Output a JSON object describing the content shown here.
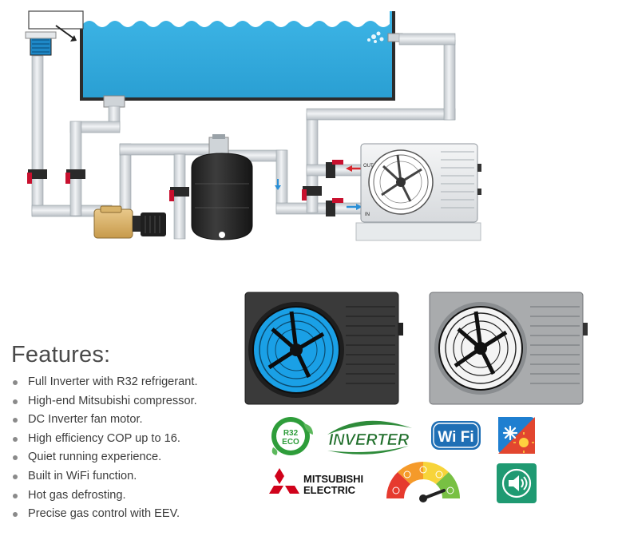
{
  "diagram": {
    "labels": {
      "out": "OUT",
      "in": "IN"
    }
  },
  "features": {
    "title": "Features:",
    "items": [
      "Full Inverter with R32 refrigerant.",
      "High-end Mitsubishi compressor.",
      "DC Inverter fan motor.",
      "High efficiency COP up to 16.",
      "Quiet running experience.",
      "Built in WiFi function.",
      "Hot gas defrosting.",
      "Precise gas control with EEV."
    ]
  },
  "badges": {
    "r32": {
      "line1": "R32",
      "line2": "ECO"
    },
    "inverter": "INVERTER",
    "wifi": "Wi Fi",
    "mitsubishi": {
      "line1": "MITSUBISHI",
      "line2": "ELECTRIC"
    }
  },
  "colors": {
    "pool_water": "#2fa9dc",
    "pipe": "#d8dde1",
    "valve": "#c8102e",
    "arrow_blue": "#2a8fd6",
    "arrow_red": "#d6262c",
    "unit_dark": "#3a3a3a",
    "unit_light": "#a9abad",
    "fan_blue": "#1aa0e6"
  }
}
